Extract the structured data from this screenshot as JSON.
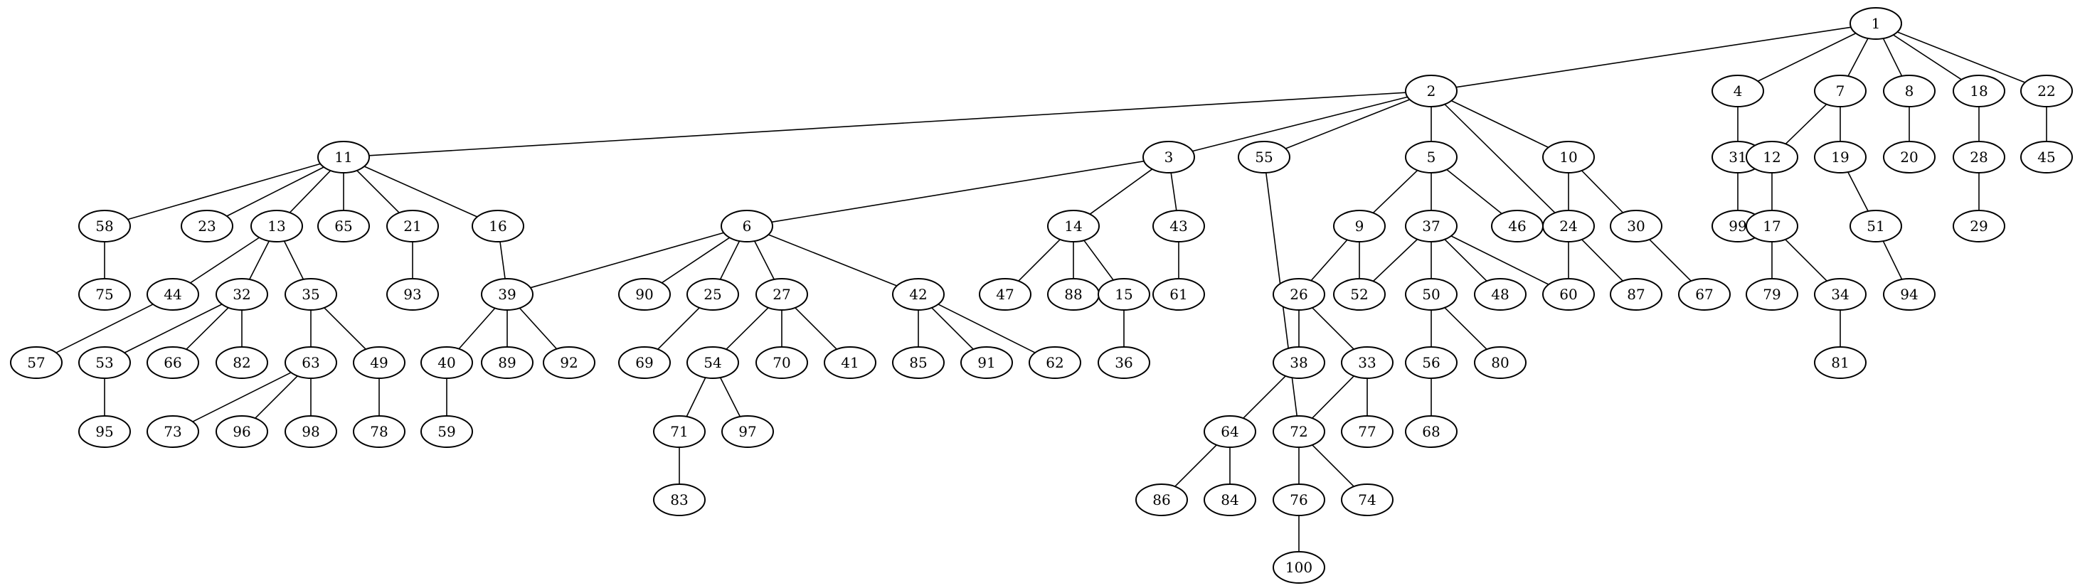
{
  "graph": {
    "type": "tree",
    "nodes": [
      "1",
      "2",
      "4",
      "7",
      "8",
      "18",
      "22",
      "11",
      "3",
      "55",
      "5",
      "10",
      "24",
      "31",
      "12",
      "19",
      "20",
      "28",
      "45",
      "58",
      "23",
      "13",
      "65",
      "21",
      "16",
      "6",
      "14",
      "43",
      "9",
      "37",
      "46",
      "30",
      "99",
      "17",
      "51",
      "29",
      "75",
      "44",
      "32",
      "35",
      "93",
      "39",
      "90",
      "25",
      "27",
      "42",
      "47",
      "88",
      "15",
      "61",
      "26",
      "52",
      "50",
      "48",
      "60",
      "87",
      "67",
      "79",
      "34",
      "94",
      "57",
      "53",
      "66",
      "82",
      "63",
      "49",
      "40",
      "89",
      "92",
      "69",
      "54",
      "70",
      "41",
      "85",
      "91",
      "62",
      "36",
      "38",
      "33",
      "56",
      "80",
      "81",
      "95",
      "73",
      "96",
      "98",
      "78",
      "59",
      "71",
      "97",
      "64",
      "72",
      "77",
      "68",
      "83",
      "86",
      "84",
      "76",
      "74",
      "100"
    ],
    "edges": [
      [
        "1",
        "2"
      ],
      [
        "1",
        "4"
      ],
      [
        "1",
        "7"
      ],
      [
        "1",
        "8"
      ],
      [
        "1",
        "18"
      ],
      [
        "1",
        "22"
      ],
      [
        "2",
        "11"
      ],
      [
        "2",
        "3"
      ],
      [
        "2",
        "55"
      ],
      [
        "2",
        "5"
      ],
      [
        "2",
        "24"
      ],
      [
        "2",
        "10"
      ],
      [
        "4",
        "31"
      ],
      [
        "7",
        "12"
      ],
      [
        "7",
        "19"
      ],
      [
        "8",
        "20"
      ],
      [
        "18",
        "28"
      ],
      [
        "22",
        "45"
      ],
      [
        "11",
        "58"
      ],
      [
        "11",
        "23"
      ],
      [
        "11",
        "13"
      ],
      [
        "11",
        "65"
      ],
      [
        "11",
        "21"
      ],
      [
        "11",
        "16"
      ],
      [
        "3",
        "6"
      ],
      [
        "3",
        "14"
      ],
      [
        "3",
        "43"
      ],
      [
        "55",
        "72"
      ],
      [
        "5",
        "9"
      ],
      [
        "5",
        "37"
      ],
      [
        "5",
        "46"
      ],
      [
        "10",
        "24"
      ],
      [
        "10",
        "30"
      ],
      [
        "24",
        "60"
      ],
      [
        "24",
        "87"
      ],
      [
        "31",
        "99"
      ],
      [
        "12",
        "17"
      ],
      [
        "19",
        "51"
      ],
      [
        "28",
        "29"
      ],
      [
        "58",
        "75"
      ],
      [
        "13",
        "44"
      ],
      [
        "13",
        "32"
      ],
      [
        "13",
        "35"
      ],
      [
        "21",
        "93"
      ],
      [
        "16",
        "39"
      ],
      [
        "6",
        "39"
      ],
      [
        "6",
        "90"
      ],
      [
        "6",
        "25"
      ],
      [
        "6",
        "27"
      ],
      [
        "6",
        "42"
      ],
      [
        "14",
        "47"
      ],
      [
        "14",
        "88"
      ],
      [
        "14",
        "15"
      ],
      [
        "43",
        "61"
      ],
      [
        "9",
        "26"
      ],
      [
        "9",
        "52"
      ],
      [
        "37",
        "52"
      ],
      [
        "37",
        "50"
      ],
      [
        "37",
        "48"
      ],
      [
        "37",
        "60"
      ],
      [
        "30",
        "67"
      ],
      [
        "17",
        "79"
      ],
      [
        "17",
        "34"
      ],
      [
        "51",
        "94"
      ],
      [
        "44",
        "57"
      ],
      [
        "32",
        "53"
      ],
      [
        "32",
        "66"
      ],
      [
        "32",
        "82"
      ],
      [
        "35",
        "63"
      ],
      [
        "35",
        "49"
      ],
      [
        "39",
        "40"
      ],
      [
        "39",
        "89"
      ],
      [
        "39",
        "92"
      ],
      [
        "25",
        "69"
      ],
      [
        "27",
        "54"
      ],
      [
        "27",
        "70"
      ],
      [
        "27",
        "41"
      ],
      [
        "42",
        "85"
      ],
      [
        "42",
        "91"
      ],
      [
        "42",
        "62"
      ],
      [
        "15",
        "36"
      ],
      [
        "26",
        "38"
      ],
      [
        "26",
        "33"
      ],
      [
        "50",
        "56"
      ],
      [
        "50",
        "80"
      ],
      [
        "34",
        "81"
      ],
      [
        "53",
        "95"
      ],
      [
        "63",
        "73"
      ],
      [
        "63",
        "96"
      ],
      [
        "63",
        "98"
      ],
      [
        "49",
        "78"
      ],
      [
        "40",
        "59"
      ],
      [
        "54",
        "71"
      ],
      [
        "54",
        "97"
      ],
      [
        "38",
        "64"
      ],
      [
        "33",
        "72"
      ],
      [
        "33",
        "77"
      ],
      [
        "56",
        "68"
      ],
      [
        "71",
        "83"
      ],
      [
        "64",
        "86"
      ],
      [
        "64",
        "84"
      ],
      [
        "72",
        "76"
      ],
      [
        "72",
        "74"
      ],
      [
        "76",
        "100"
      ]
    ]
  }
}
